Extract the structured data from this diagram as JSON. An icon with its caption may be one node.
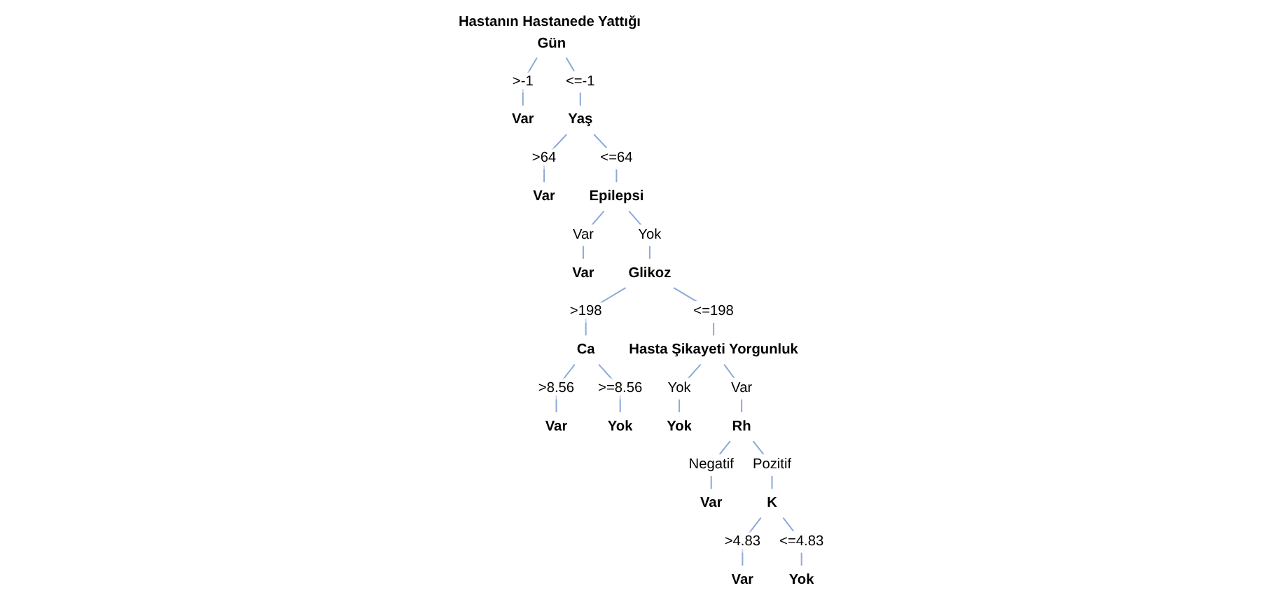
{
  "diagram": {
    "nodes": [
      {
        "text": [
          "Hastanın Hastanede Yattığı Gün"
        ]
      },
      {
        "text": [
          "Var"
        ]
      },
      {
        "text": [
          "Yaş"
        ]
      },
      {
        "text": [
          "Var"
        ]
      },
      {
        "text": [
          "Epilepsi"
        ]
      },
      {
        "text": [
          "Var"
        ]
      },
      {
        "text": [
          "Glikoz"
        ]
      },
      {
        "text": [
          "Ca"
        ]
      },
      {
        "text": [
          "Var"
        ]
      },
      {
        "text": [
          "Yok"
        ]
      },
      {
        "text": [
          "Hasta Şikayeti Yorgunluk"
        ]
      },
      {
        "text": [
          "Yok"
        ]
      },
      {
        "text": [
          "Rh"
        ]
      },
      {
        "text": [
          "Var"
        ]
      },
      {
        "text": [
          "K"
        ]
      },
      {
        "text": [
          "Var"
        ]
      },
      {
        "text": [
          "Yok"
        ]
      }
    ],
    "edges": [
      {
        "from": 0,
        "to": 1,
        "arrow": "none",
        "label": ">-1"
      },
      {
        "from": 0,
        "to": 2,
        "arrow": "none",
        "label": "<=-1"
      },
      {
        "from": 2,
        "to": 3,
        "arrow": "none",
        "label": ">64"
      },
      {
        "from": 2,
        "to": 4,
        "arrow": "none",
        "label": "<=64"
      },
      {
        "from": 4,
        "to": 5,
        "arrow": "none",
        "label": "Var"
      },
      {
        "from": 4,
        "to": 6,
        "arrow": "none",
        "label": "Yok"
      },
      {
        "from": 6,
        "to": 7,
        "arrow": "none",
        "label": ">198"
      },
      {
        "from": 6,
        "to": 10,
        "arrow": "none",
        "label": "<=198"
      },
      {
        "from": 7,
        "to": 8,
        "arrow": "none",
        "label": ">8.56"
      },
      {
        "from": 7,
        "to": 9,
        "arrow": "none",
        "label": ">=8.56"
      },
      {
        "from": 10,
        "to": 11,
        "arrow": "none",
        "label": "Yok"
      },
      {
        "from": 10,
        "to": 12,
        "arrow": "none",
        "label": "Var"
      },
      {
        "from": 12,
        "to": 13,
        "arrow": "none",
        "label": "Negatif"
      },
      {
        "from": 12,
        "to": 14,
        "arrow": "none",
        "label": "Pozitif"
      },
      {
        "from": 14,
        "to": 15,
        "arrow": "none",
        "label": ">4.83"
      },
      {
        "from": 14,
        "to": 16,
        "arrow": "none",
        "label": "<=4.83"
      }
    ]
  }
}
